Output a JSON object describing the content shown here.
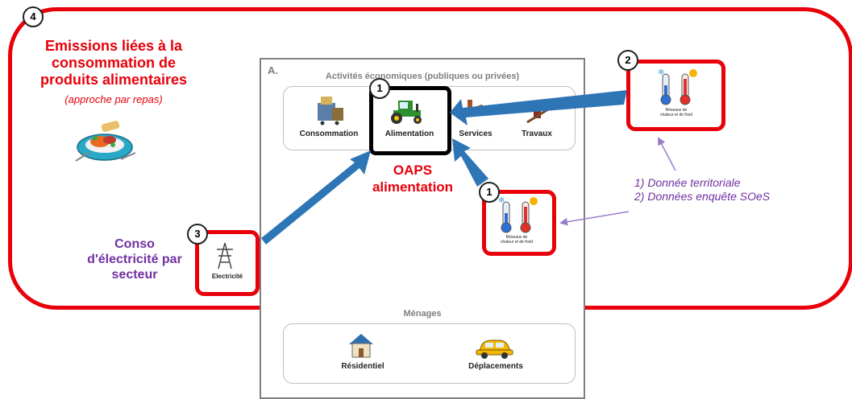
{
  "markers": {
    "m4": "4",
    "m1_top": "1",
    "m2": "2",
    "m1_right": "1",
    "m3": "3"
  },
  "left": {
    "title_lines": [
      "Emissions liées à la",
      "consommation de",
      "produits alimentaires"
    ],
    "subtitle": "(approche par repas)"
  },
  "panel": {
    "letter": "A.",
    "activities_title": "Activités économiques (publiques ou privées)",
    "sectors": {
      "consommation": "Consommation",
      "alimentation": "Alimentation",
      "services": "Services",
      "travaux": "Travaux"
    },
    "menages_title": "Ménages",
    "menages": {
      "residentiel": "Résidentiel",
      "deplacements": "Déplacements"
    }
  },
  "oaps": {
    "line1": "OAPS",
    "line2": "alimentation"
  },
  "thermo_caption": [
    "Réseaux de",
    "chaleur et de froid"
  ],
  "electricite": "Electricité",
  "conso": {
    "lines": [
      "Conso",
      "d'électricité par",
      "secteur"
    ]
  },
  "sources": {
    "line1": "1)  Donnée territoriale",
    "line2": "2)  Données enquête SOeS"
  },
  "colors": {
    "red": "#e8000a",
    "purple": "#7030a0",
    "blue_arrow": "#2e75b6",
    "gray": "#7f7f7f"
  },
  "icons": [
    "tractor-icon",
    "shopping-icon",
    "services-icon",
    "worker-icon",
    "meal-plate-icon",
    "thermometer-cold-icon",
    "thermometer-hot-icon",
    "pylon-icon",
    "house-icon",
    "car-icon"
  ]
}
